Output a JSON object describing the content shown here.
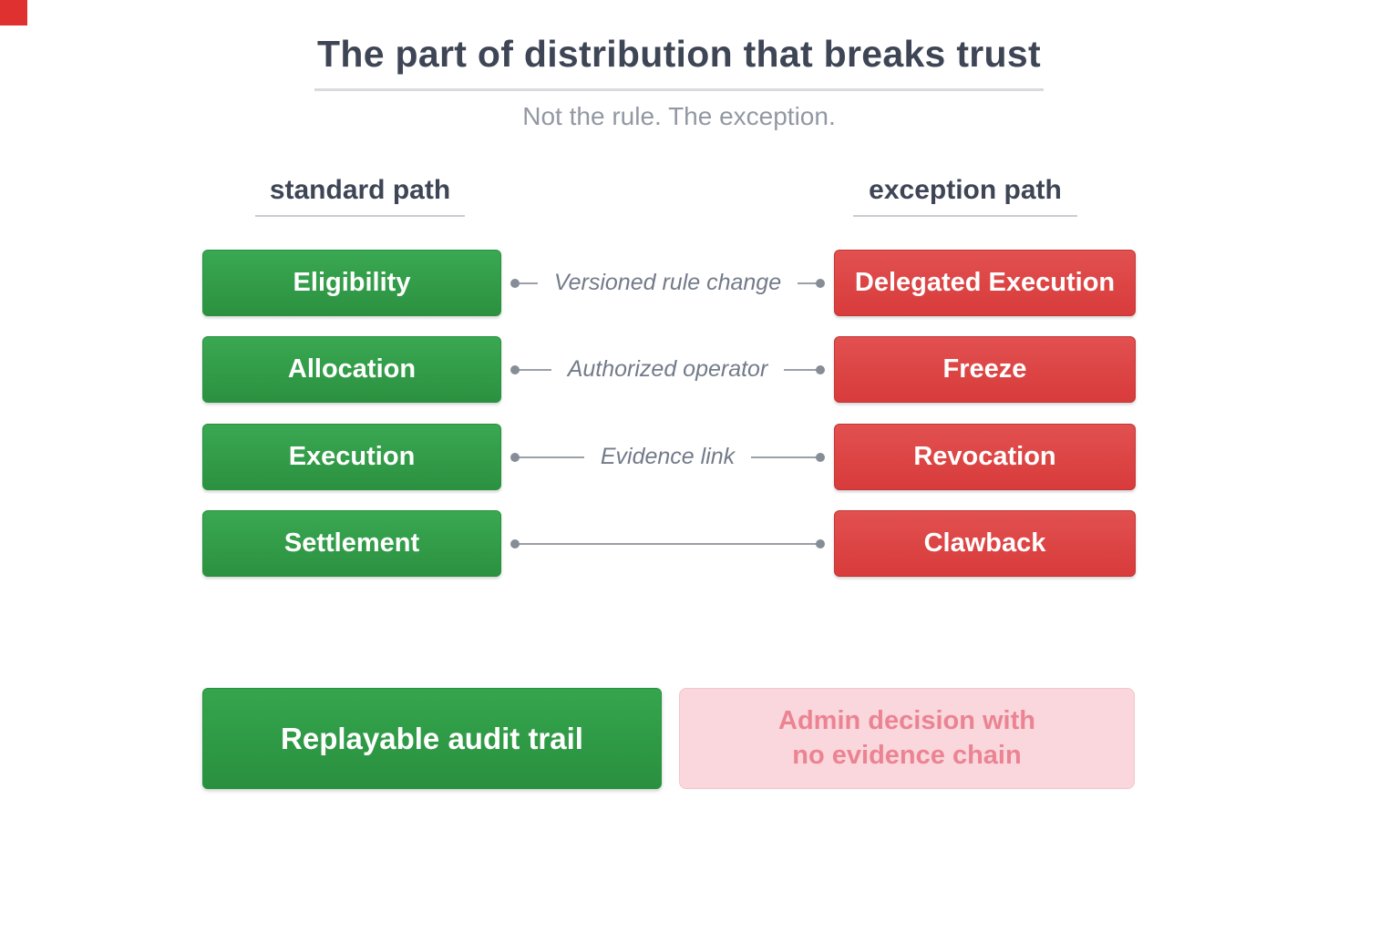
{
  "header": {
    "title": "The part of distribution that breaks trust",
    "subtitle": "Not the rule. The exception."
  },
  "columns": {
    "standard": {
      "header": "standard path",
      "items": [
        "Eligibility",
        "Allocation",
        "Execution",
        "Settlement"
      ]
    },
    "exception": {
      "header": "exception path",
      "items": [
        "Delegated Execution",
        "Freeze",
        "Revocation",
        "Clawback"
      ]
    }
  },
  "connectors": [
    "Versioned rule change",
    "Authorized operator",
    "Evidence link",
    ""
  ],
  "footer": {
    "standard": "Replayable audit trail",
    "exception_line1": "Admin decision with",
    "exception_line2": "no evidence chain"
  },
  "colors": {
    "green": "#2f9e44",
    "red": "#dd4040",
    "pink_bg": "#f9d7dc",
    "pink_text": "#ec8393",
    "title_text": "#3e4555",
    "muted_text": "#9298a3",
    "connector": "#9aa0a8",
    "corner_artifact": "#e03131"
  }
}
